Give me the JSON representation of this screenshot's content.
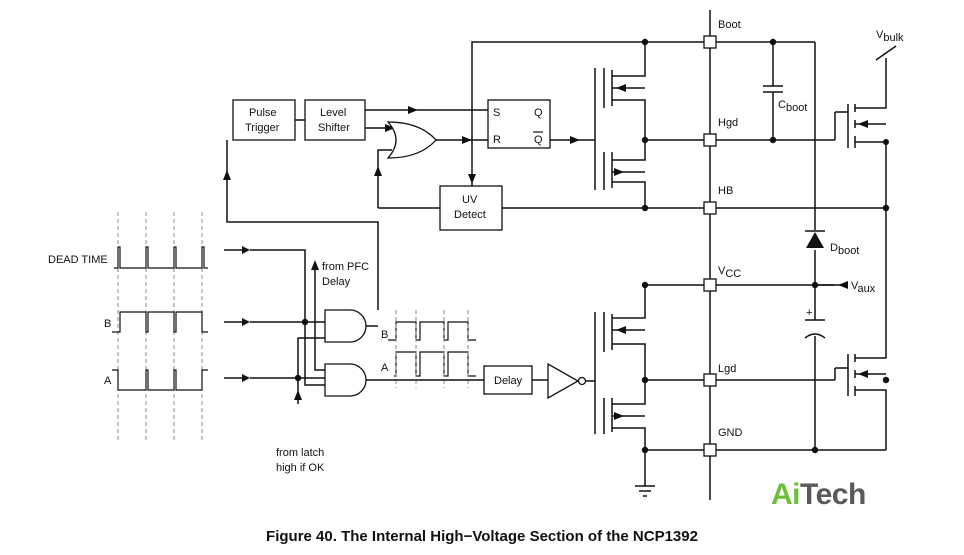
{
  "caption": "Figure 40. The Internal High−Voltage Section of the NCP1392",
  "watermark": {
    "part1": "Ai",
    "part2": "Tech",
    "colors": {
      "part1": "#6dbf3a",
      "part2": "#5a5a5a"
    }
  },
  "blocks": {
    "pulse_trigger": [
      "Pulse",
      "Trigger"
    ],
    "level_shifter": [
      "Level",
      "Shifter"
    ],
    "uv_detect": [
      "UV",
      "Detect"
    ],
    "delay": "Delay",
    "latch": {
      "s": "S",
      "r": "R",
      "q": "Q",
      "qbar": "Q"
    }
  },
  "pins": {
    "boot": "Boot",
    "hgd": "Hgd",
    "hb": "HB",
    "vcc": "V",
    "vcc_sub": "CC",
    "lgd": "Lgd",
    "gnd": "GND"
  },
  "components": {
    "cboot": "C",
    "cboot_sub": "boot",
    "dboot": "D",
    "dboot_sub": "boot",
    "vbulk": "V",
    "vbulk_sub": "bulk",
    "vaux": "V",
    "vaux_sub": "aux",
    "cap_plus": "+"
  },
  "signals": {
    "dead_time": "DEAD TIME",
    "b": "B",
    "a": "A",
    "from_pfc": [
      "from PFC",
      "Delay"
    ],
    "from_latch": [
      "from latch",
      "high if OK"
    ],
    "out_b": "B",
    "out_a": "A"
  }
}
